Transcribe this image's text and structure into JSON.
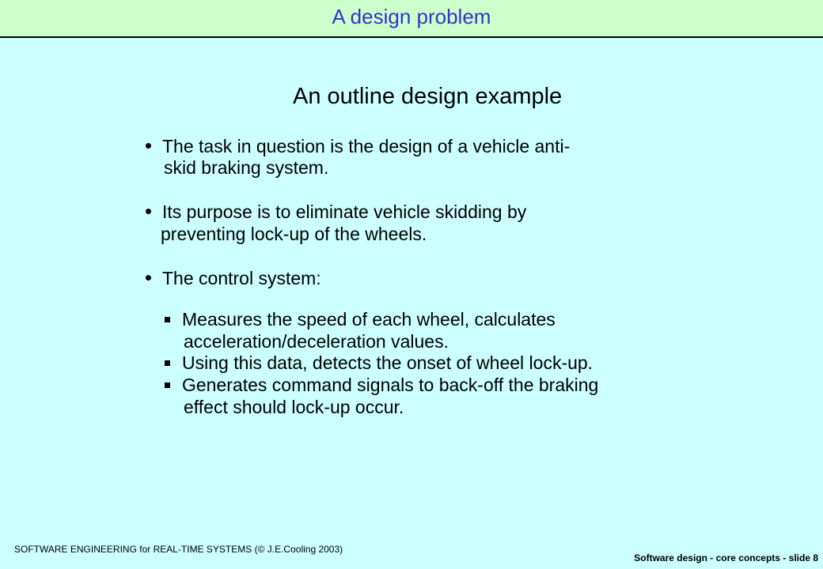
{
  "header": {
    "title": "A design problem"
  },
  "slide": {
    "subtitle": "An outline design example",
    "bullets": [
      {
        "lines": [
          "The task in question is the design of a vehicle anti-",
          "skid braking system."
        ]
      },
      {
        "lines": [
          "Its purpose is to eliminate vehicle skidding by",
          "preventing lock-up of the wheels."
        ]
      },
      {
        "lines": [
          "The control system:"
        ]
      }
    ],
    "subbullets": [
      {
        "lines": [
          "Measures the speed of each wheel, calculates",
          "acceleration/deceleration values."
        ]
      },
      {
        "lines": [
          "Using this data, detects the onset of wheel lock-up."
        ]
      },
      {
        "lines": [
          "Generates command signals to back-off the braking",
          "effect should lock-up occur."
        ]
      }
    ]
  },
  "footer": {
    "left": "SOFTWARE ENGINEERING  for REAL-TIME SYSTEMS (© J.E.Cooling 2003)",
    "right": "Software design  -  core concepts   - slide 8"
  },
  "colors": {
    "background": "#ccffff",
    "header_background": "#ccffcc",
    "header_text": "#3333cc"
  }
}
